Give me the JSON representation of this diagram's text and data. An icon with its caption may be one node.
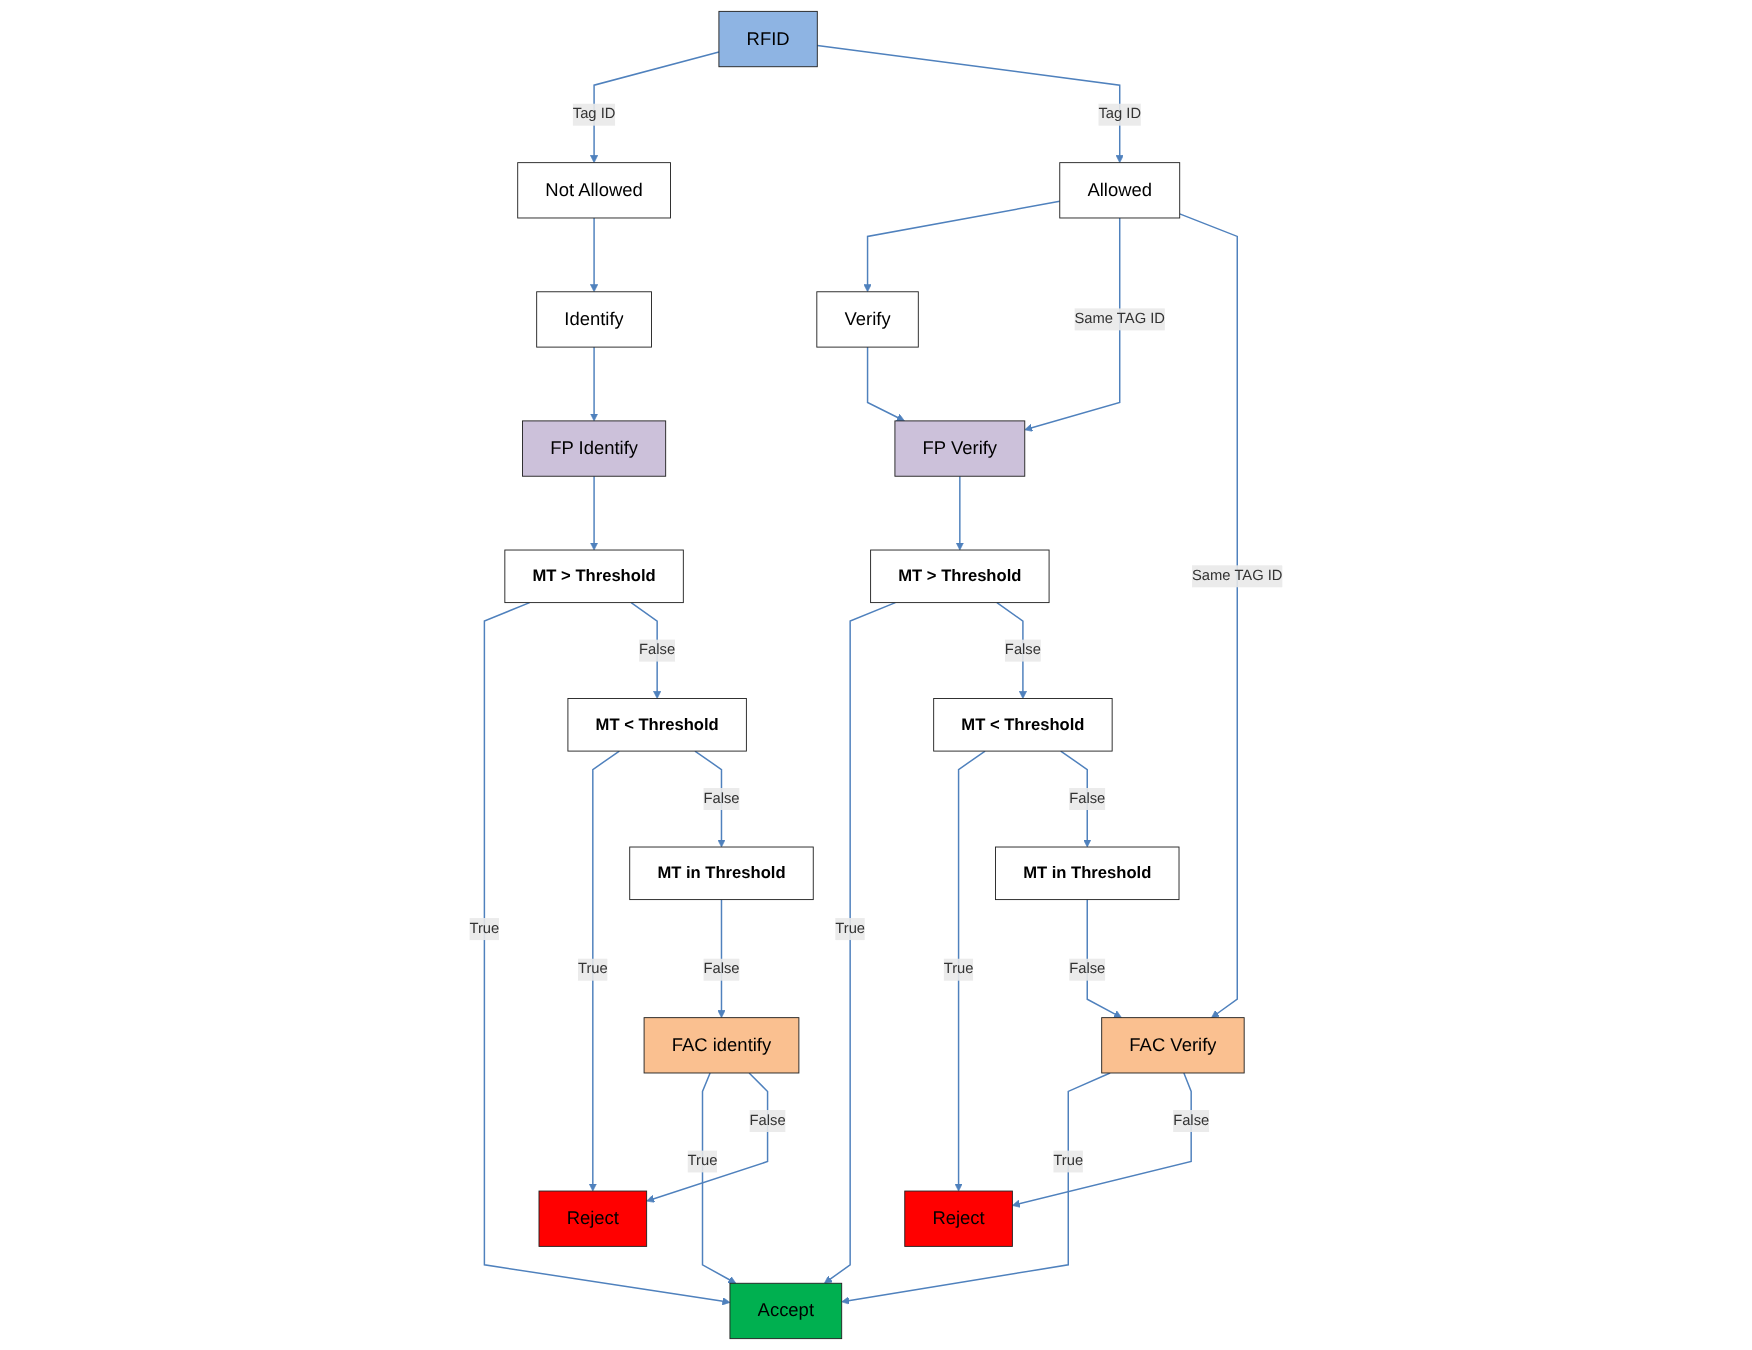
{
  "diagram": {
    "nodes": [
      {
        "text": [
          "RFID"
        ]
      },
      {
        "text": [
          "Not Allowed"
        ]
      },
      {
        "text": [
          "Allowed"
        ]
      },
      {
        "text": [
          "Identify"
        ]
      },
      {
        "text": [
          "Verify"
        ]
      },
      {
        "text": [
          "FP Identify"
        ]
      },
      {
        "text": [
          "FP Verify"
        ]
      },
      {
        "text": [
          "MT > Threshold"
        ]
      },
      {
        "text": [
          "MT > Threshold"
        ]
      },
      {
        "text": [
          "MT < Threshold"
        ]
      },
      {
        "text": [
          "MT < Threshold"
        ]
      },
      {
        "text": [
          "MT in Threshold"
        ]
      },
      {
        "text": [
          "MT in Threshold"
        ]
      },
      {
        "text": [
          "FAC identify"
        ]
      },
      {
        "text": [
          "FAC Verify"
        ]
      },
      {
        "text": [
          "Reject"
        ]
      },
      {
        "text": [
          "Accept"
        ]
      },
      {
        "text": [
          "Reject"
        ]
      }
    ],
    "edges": [
      {
        "from": 0,
        "to": 1,
        "arrow": "to",
        "label": "Tag ID"
      },
      {
        "from": 0,
        "to": 2,
        "arrow": "to",
        "label": "Tag ID"
      },
      {
        "from": 1,
        "to": 3,
        "arrow": "to"
      },
      {
        "from": 3,
        "to": 5,
        "arrow": "to"
      },
      {
        "from": 5,
        "to": 7,
        "arrow": "to"
      },
      {
        "from": 7,
        "to": 16,
        "arrow": "to",
        "label": "True"
      },
      {
        "from": 7,
        "to": 9,
        "arrow": "to",
        "label": "False"
      },
      {
        "from": 9,
        "to": 15,
        "arrow": "to",
        "label": "True"
      },
      {
        "from": 9,
        "to": 11,
        "arrow": "to",
        "label": "False"
      },
      {
        "from": 11,
        "to": 13,
        "arrow": "to",
        "label": "False"
      },
      {
        "from": 13,
        "to": 16,
        "arrow": "to",
        "label": "True"
      },
      {
        "from": 13,
        "to": 15,
        "arrow": "to",
        "label": "False"
      },
      {
        "from": 2,
        "to": 4,
        "arrow": "to"
      },
      {
        "from": 4,
        "to": 6,
        "arrow": "to"
      },
      {
        "from": 2,
        "to": 6,
        "arrow": "to",
        "label": "Same TAG ID"
      },
      {
        "from": 6,
        "to": 8,
        "arrow": "to"
      },
      {
        "from": 8,
        "to": 16,
        "arrow": "to",
        "label": "True"
      },
      {
        "from": 8,
        "to": 10,
        "arrow": "to",
        "label": "False"
      },
      {
        "from": 10,
        "to": 17,
        "arrow": "to",
        "label": "True"
      },
      {
        "from": 10,
        "to": 12,
        "arrow": "to",
        "label": "False"
      },
      {
        "from": 12,
        "to": 14,
        "arrow": "to",
        "label": "False"
      },
      {
        "from": 2,
        "to": 14,
        "arrow": "to",
        "label": "Same TAG ID"
      },
      {
        "from": 14,
        "to": 16,
        "arrow": "to",
        "label": "True"
      },
      {
        "from": 14,
        "to": 17,
        "arrow": "to",
        "label": "False"
      }
    ]
  }
}
